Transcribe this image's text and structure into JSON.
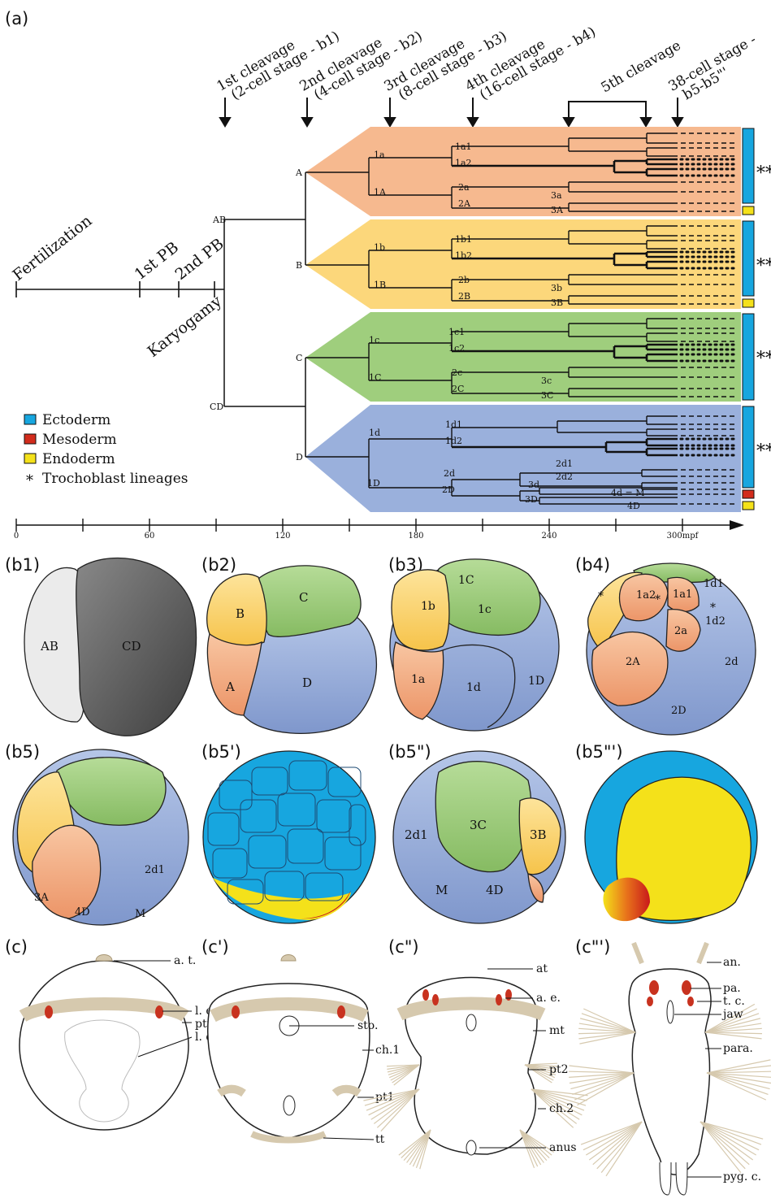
{
  "panels": {
    "a": "(a)",
    "b1": "(b1)",
    "b2": "(b2)",
    "b3": "(b3)",
    "b4": "(b4)",
    "b5": "(b5)",
    "b5p": "(b5')",
    "b5pp": "(b5\")",
    "b5ppp": "(b5\"')",
    "c": "(c)",
    "cp": "(c')",
    "cpp": "(c\")",
    "cppp": "(c\"')"
  },
  "colors": {
    "A": "#f6b98f",
    "B": "#fcd77b",
    "C": "#9fce7d",
    "D": "#9ab0dc",
    "ectoderm": "#17a6df",
    "mesoderm": "#d22c1c",
    "endoderm": "#f4e11a"
  },
  "events": {
    "fertilization": "Fertilization",
    "pb1": "1st PB",
    "pb2": "2nd PB",
    "karyogamy": "Karyogamy"
  },
  "stages": {
    "s1": [
      "1st cleavage",
      "(2-cell stage - b1)"
    ],
    "s2": [
      "2nd cleavage",
      "(4-cell stage - b2)"
    ],
    "s3": [
      "3rd cleavage",
      "(8-cell stage - b3)"
    ],
    "s4": [
      "4th cleavage",
      "(16-cell stage - b4)"
    ],
    "s5": [
      "5th cleavage",
      ""
    ],
    "s6": [
      "38-cell stage -",
      "b5-b5\"'"
    ]
  },
  "tree_labels": {
    "AB": "AB",
    "CD": "CD",
    "A": "A",
    "B": "B",
    "C": "C",
    "D": "D",
    "q1a": "1a",
    "q1A": "1A",
    "q1a1": "1a1",
    "q1a2": "1a2",
    "q2a": "2a",
    "q2A": "2A",
    "q3a": "3a",
    "q3A": "3A",
    "q1b": "1b",
    "q1B": "1B",
    "q1b1": "1b1",
    "q1b2": "1b2",
    "q2b": "2b",
    "q2B": "2B",
    "q3b": "3b",
    "q3B": "3B",
    "q1c": "1c",
    "q1C": "1C",
    "q1c1": "1c1",
    "q1c2": "1c2",
    "q2c": "2c",
    "q2C": "2C",
    "q3c": "3c",
    "q3C": "3C",
    "q1d": "1d",
    "q1D": "1D",
    "q1d1": "1d1",
    "q1d2": "1d2",
    "q2d": "2d",
    "q2D": "2D",
    "q2d1": "2d1",
    "q2d2": "2d2",
    "q3d": "3d",
    "q3D": "3D",
    "q4d": "4d = M",
    "q4D": "4D"
  },
  "legend": [
    {
      "label": "Ectoderm",
      "color": "#17a6df",
      "kind": "box"
    },
    {
      "label": "Mesoderm",
      "color": "#d22c1c",
      "kind": "box"
    },
    {
      "label": "Endoderm",
      "color": "#f4e11a",
      "kind": "box"
    },
    {
      "label": "Trochoblast lineages",
      "kind": "star"
    }
  ],
  "stars": "**",
  "star": "*",
  "axis": {
    "ticks": [
      "0",
      "60",
      "120",
      "180",
      "240",
      "300mpf"
    ]
  },
  "cells": {
    "b1": {
      "AB": "AB",
      "CD": "CD"
    },
    "b2": {
      "A": "A",
      "B": "B",
      "C": "C",
      "D": "D"
    },
    "b3": {
      "c1a": "1a",
      "c1b": "1b",
      "c1C": "1C",
      "c1c": "1c",
      "c1d": "1d",
      "c1D": "1D"
    },
    "b4": {
      "a2": "1a2",
      "a1": "1a1",
      "d1": "1d1",
      "d2": "1d2",
      "ta": "2a",
      "tA": "2A",
      "td": "2d",
      "tD": "2D"
    },
    "b5": {
      "d21": "2d1",
      "A3": "3A",
      "D4": "4D",
      "M": "M"
    },
    "b5pp": {
      "C3": "3C",
      "B3": "3B",
      "d21": "2d1",
      "M": "M",
      "D4": "4D"
    }
  },
  "larva": {
    "c": {
      "at": "a. t.",
      "le": "l. e.",
      "ptt": "ptt",
      "ld": "l. d."
    },
    "cp": {
      "sto": "sto.",
      "ch1": "ch.1",
      "pt1": "pt1",
      "tt": "tt"
    },
    "cpp": {
      "at": "at",
      "ae": "a. e.",
      "mt": "mt",
      "pt2": "pt2",
      "ch2": "ch.2",
      "anus": "anus"
    },
    "cppp": {
      "an": "an.",
      "pa": "pa.",
      "tc": "t. c.",
      "jaw": "jaw",
      "para": "para.",
      "pyg": "pyg. c."
    }
  }
}
